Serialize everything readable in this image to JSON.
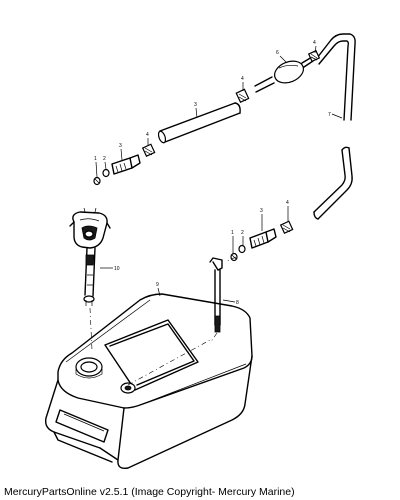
{
  "caption": "MercuryPartsOnline v2.5.1 (Image Copyright- Mercury Marine)",
  "callouts": {
    "hose_short": "3",
    "nut_upper": "4",
    "primer_bulb": "6",
    "nut_top": "4",
    "hose_long": "7",
    "clamp_a": "1",
    "clamp_b": "2",
    "connector_upper": "3",
    "nut_mid": "4",
    "nut_right": "4",
    "clamp_c": "2",
    "clamp_d": "1",
    "connector_lower": "3",
    "fuel_gauge": "10",
    "tank": "9",
    "pickup_tube": "8"
  }
}
